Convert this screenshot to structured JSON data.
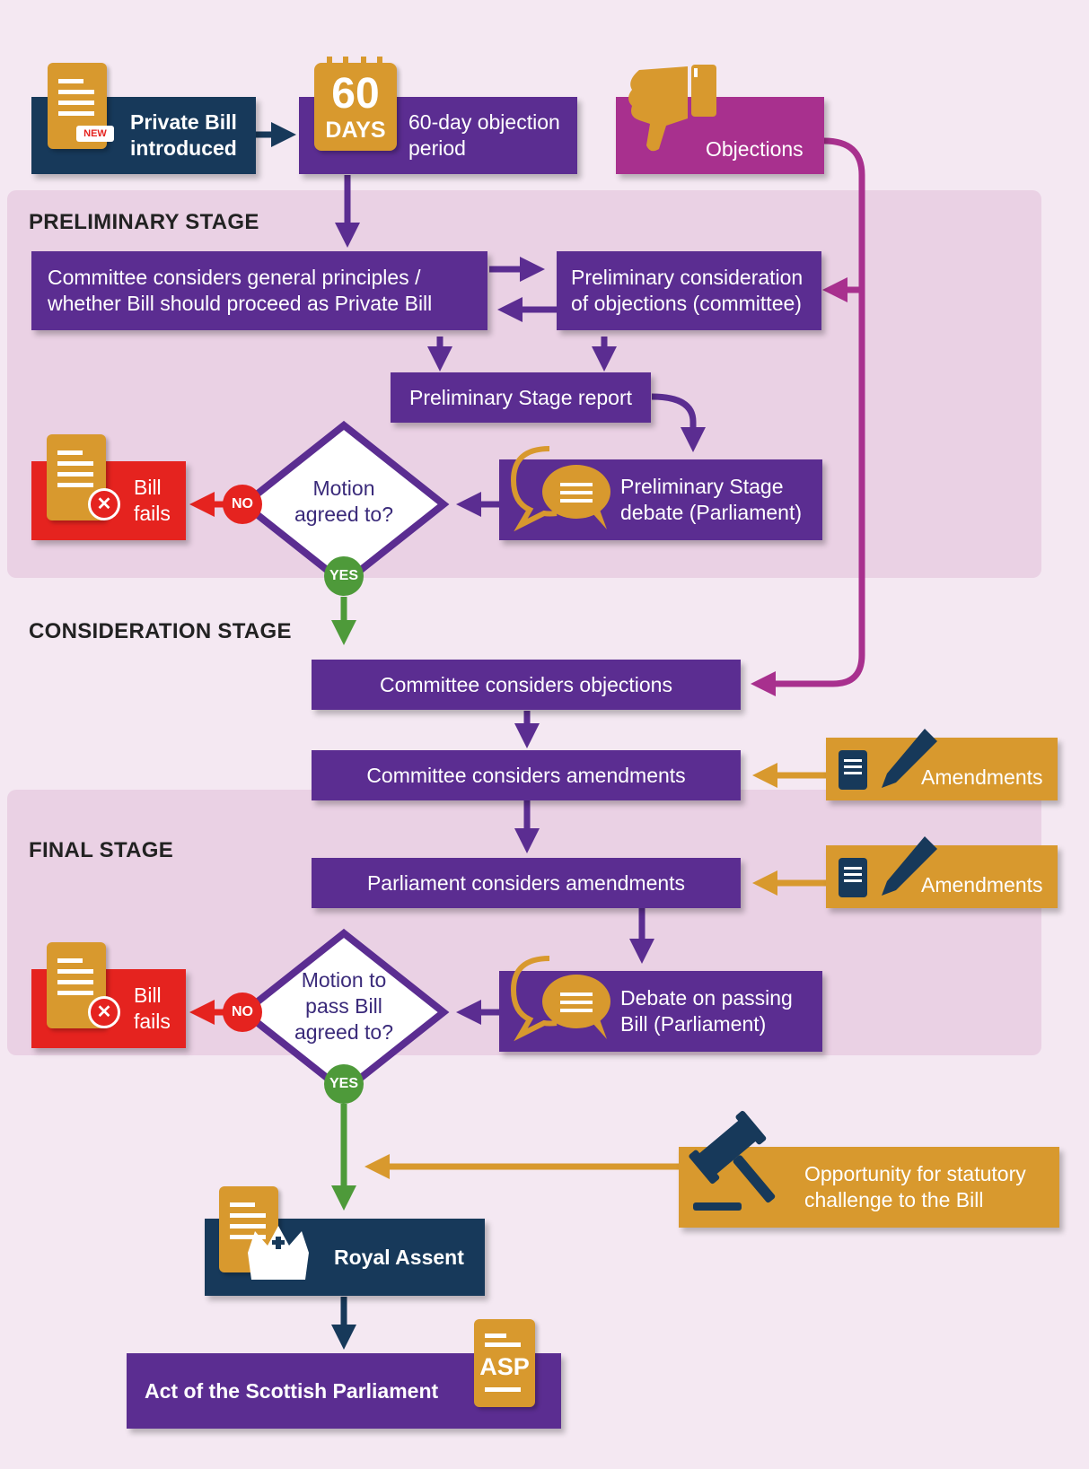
{
  "top": {
    "private_bill": "Private Bill introduced",
    "new_badge": "NEW",
    "days_number": "60",
    "days_label": "DAYS",
    "objection_period": "60-day objection period",
    "objections": "Objections"
  },
  "preliminary": {
    "title": "PRELIMINARY STAGE",
    "committee_principles": "Committee considers general principles / whether Bill should proceed as Private Bill",
    "prelim_objections": "Preliminary consideration of objections (committee)",
    "report": "Preliminary Stage report",
    "debate": "Preliminary Stage debate (Parliament)",
    "motion": "Motion agreed to?",
    "no": "NO",
    "yes": "YES",
    "bill_fails": "Bill fails"
  },
  "consideration": {
    "title": "CONSIDERATION STAGE",
    "committee_objections": "Committee considers objections",
    "committee_amendments": "Committee considers amendments",
    "amendments": "Amendments"
  },
  "final": {
    "title": "FINAL STAGE",
    "parliament_amendments": "Parliament considers amendments",
    "amendments": "Amendments",
    "debate_passing": "Debate on passing Bill (Parliament)",
    "motion": "Motion to pass Bill agreed to?",
    "no": "NO",
    "yes": "YES",
    "bill_fails": "Bill fails"
  },
  "end": {
    "challenge": "Opportunity for statutory challenge to the Bill",
    "royal_assent": "Royal Assent",
    "act": "Act of the Scottish Parliament",
    "asp": "ASP"
  },
  "colors": {
    "purple": "#5b2d91",
    "navy": "#17395a",
    "magenta": "#a8308e",
    "gold": "#d8992e",
    "red": "#e5231f",
    "green": "#4e9a3a",
    "background": "#f4e8f2",
    "stage_band": "#ead1e4"
  }
}
